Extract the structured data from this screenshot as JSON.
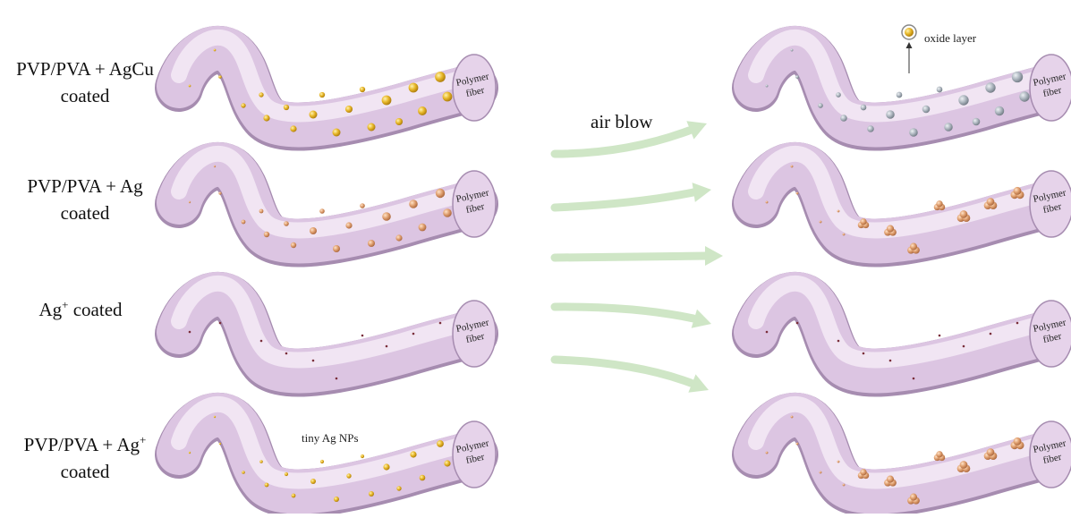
{
  "rows": [
    {
      "line1": "PVP/PVA + AgCu",
      "line2": "coated",
      "sup": "",
      "particle": "gold",
      "after_particle": "gray"
    },
    {
      "line1": "PVP/PVA + Ag",
      "line2": "coated",
      "sup": "",
      "particle": "copper",
      "after_particle": "cluster"
    },
    {
      "line1": "Ag",
      "line2": "",
      "sup": "+",
      "after_sup": " coated",
      "particle": "dot",
      "after_particle": "dot"
    },
    {
      "line1": "PVP/PVA + Ag",
      "line2": "coated",
      "sup": "+",
      "particle": "gold-small",
      "after_particle": "cluster"
    }
  ],
  "fiber_end_label": [
    "Polymer",
    "fiber"
  ],
  "process_label": "air blow",
  "annotations": {
    "oxide": "oxide layer",
    "tiny": "tiny Ag NPs"
  },
  "colors": {
    "fiber": "#e6d3ea",
    "fiber_dark": "#a68cb0",
    "arrow": "#c9e3c0",
    "gold": "#e8b82a",
    "copper": "#e0a070",
    "gray": "#a9b2bb"
  }
}
